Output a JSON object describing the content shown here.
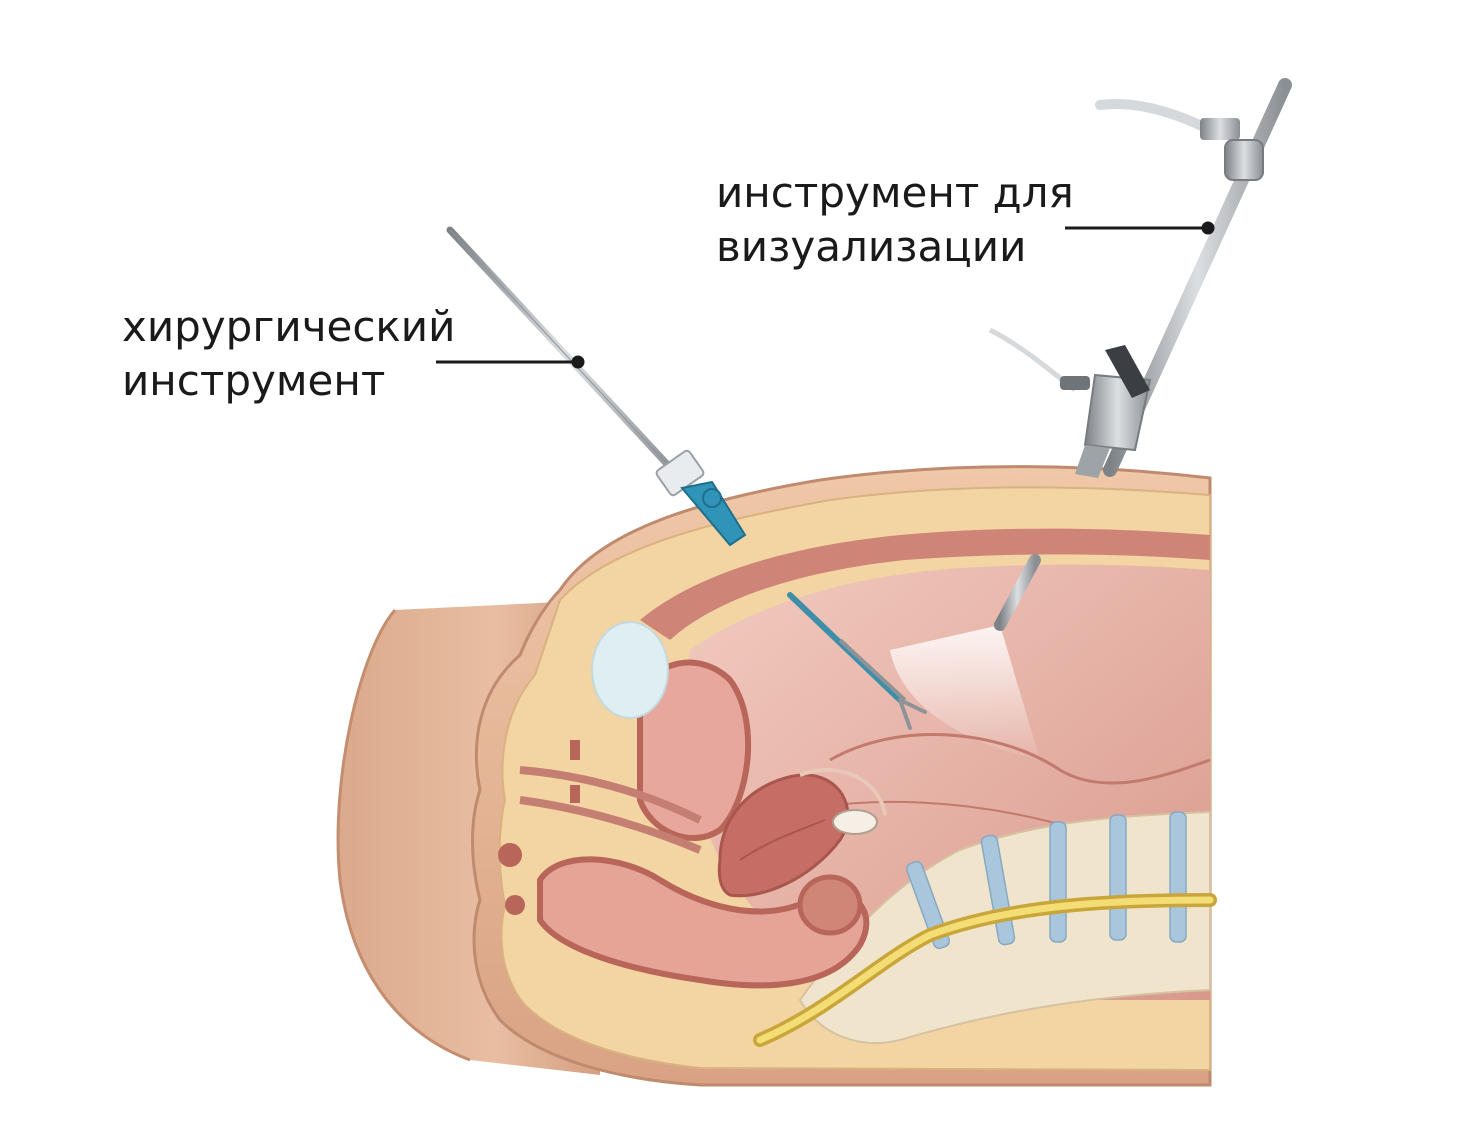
{
  "labels": {
    "surgical": {
      "line1": "хирургический",
      "line2": "инструмент"
    },
    "visualization": {
      "line1": "инструмент для",
      "line2": "визуализации"
    }
  },
  "colors": {
    "skin": "#e7b898",
    "fat": "#f3d5a3",
    "muscle": "#cf8478",
    "cavity": "#e8b3a8",
    "organ": "#c66e66",
    "bone": "#f1e4cd",
    "disc": "#a9c6dc",
    "instrument": "#a0a4a8",
    "trocar_accent": "#2f94b8"
  },
  "icons": [
    "laparoscope-icon",
    "surgical-instrument-icon"
  ]
}
